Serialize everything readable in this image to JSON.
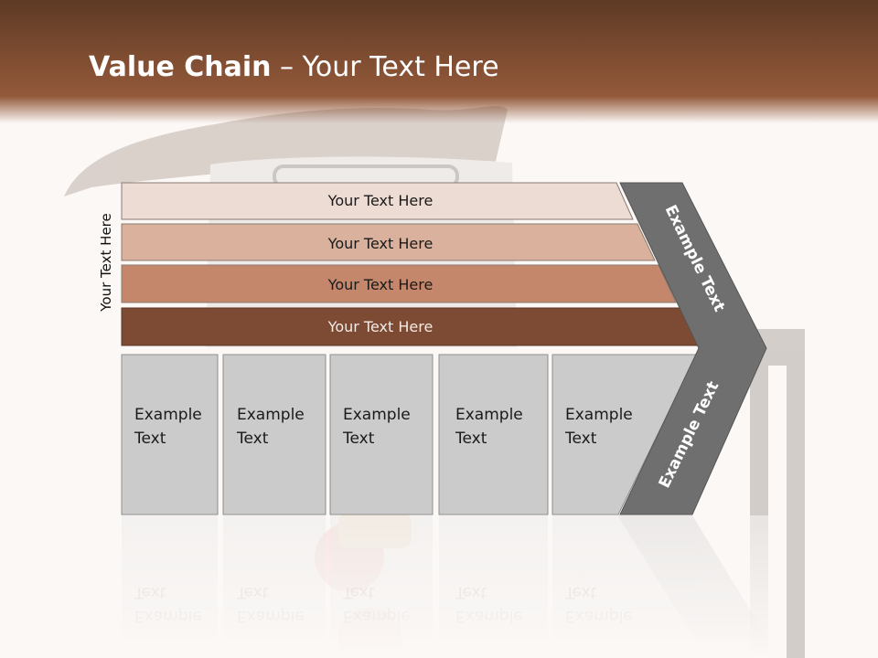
{
  "title": {
    "bold": "Value Chain",
    "rest": " – Your Text Here"
  },
  "side_label": "Your Text Here",
  "bands": [
    {
      "label": "Your Text Here",
      "color": "#ecdcd3",
      "text_color": "#1a1a1a"
    },
    {
      "label": "Your Text Here",
      "color": "#d9b19d",
      "text_color": "#1a1a1a"
    },
    {
      "label": "Your Text Here",
      "color": "#c4876b",
      "text_color": "#1a1a1a"
    },
    {
      "label": "Your Text Here",
      "color": "#7d4a33",
      "text_color": "#f2ebe6"
    }
  ],
  "boxes": [
    {
      "line1": "Example",
      "line2": "Text"
    },
    {
      "line1": "Example",
      "line2": "Text"
    },
    {
      "line1": "Example",
      "line2": "Text"
    },
    {
      "line1": "Example",
      "line2": "Text"
    },
    {
      "line1": "Example",
      "line2": "Text"
    }
  ],
  "chevron": {
    "upper": "Example Text",
    "lower": "Example Text",
    "color": "#6f6f6f"
  }
}
